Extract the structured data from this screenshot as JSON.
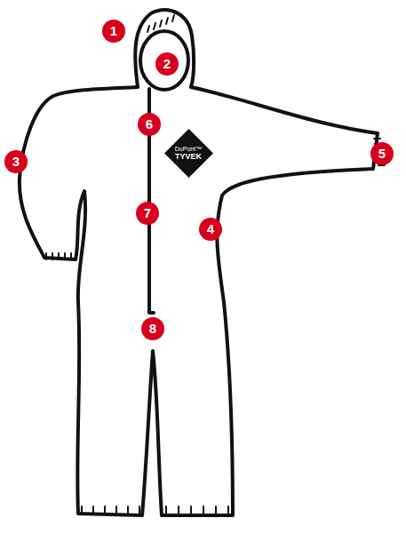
{
  "diagram": {
    "nodes": [
      {
        "text": [
          "DuPont™",
          "TYVEK"
        ]
      }
    ],
    "labels": [
      "1",
      "2",
      "3",
      "4",
      "5",
      "6",
      "7",
      "8"
    ]
  }
}
